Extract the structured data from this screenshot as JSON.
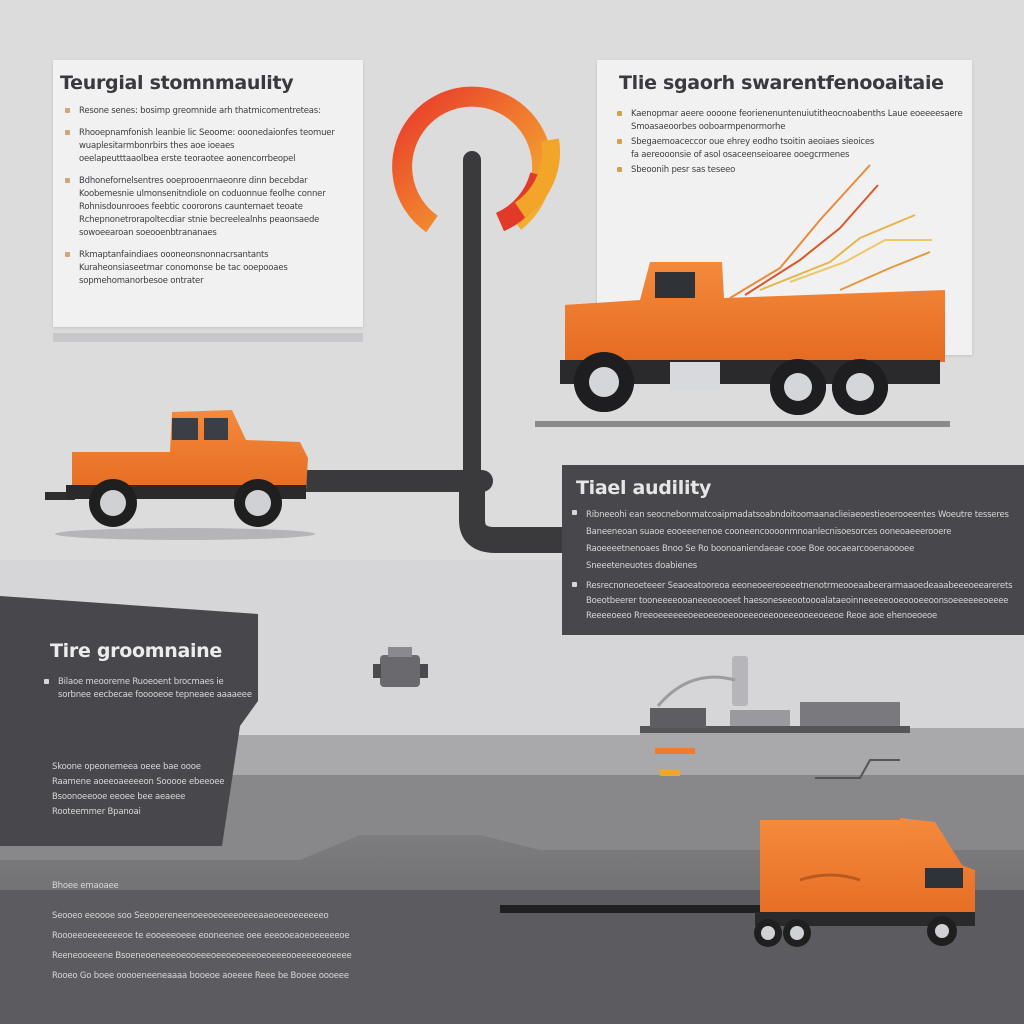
{
  "colors": {
    "background": "#dcdcdd",
    "dark_panel": "#48484c",
    "orange": "#f07a2e",
    "pipe": "#3a3a3c",
    "gauge_red": "#e23a2a",
    "gauge_yellow": "#f3a52a"
  },
  "panel_top_left": {
    "title": "Teurgial stomnmaulity",
    "bullets": [
      [
        "Resone senes: bosimp greomnide arh thatmicomentreteas:"
      ],
      [
        "Rhooepnamfonish leanbie lic Seoome: ooonedaionfes teomuer",
        "wuaplesitarmbonrbirs thes aoe ioeaes",
        "oeelapeutttaaolbea erste teoraotee aonencorrbeopel"
      ],
      [
        "Bdhonefornelsentres ooeprooenrnaeonre dinn becebdar",
        "Koobemesnie ulmonsenitndiole on coduonnue feolhe conner",
        "Rohnisdounrooes feebtic coororons caunternaet teoate",
        "Rchepnonetrorapoltecdiar stnie becreelealnhs peaonsaede",
        "sowoeearoan soeooenbtrananaes"
      ],
      [
        "Rkmaptanfaindiaes oooneonsnonnacrsantants",
        "Kuraheonsiaseetmar conomonse be tac ooepooaes",
        "sopmehomanorbesoe ontrater"
      ]
    ]
  },
  "panel_top_right": {
    "title": "Tlie sgaorh swarentfenooaitaie",
    "bullets": [
      [
        "Kaenopmar aeere oooone feorienenuntenuiutitheocnoabenths Laue eoeeeesaere",
        "Smoasaeoorbes ooboarmpenormorhe"
      ],
      [
        "Sbegaemoaceccor oue ehrey eodho tsoitin aeoiaes sieoices",
        "fa aereooonsie of asol osaceenseioaree ooegcrmenes"
      ],
      [
        "Sbeoonih pesr sas teseeo"
      ]
    ]
  },
  "panel_mid_right": {
    "title": "Tiael audility",
    "bullets": [
      [
        "Ribneeohi ean seocnebonmatcoaipmadatsoabndoitoomaanaclieiaeoestieoerooeentes Woeutre tesseres",
        "Baneeneoan suaoe eooeeenenoe cooneencoooonmnoanlecnisoesorces ooneoaeeerooere",
        "Raoeeeetnenoaes Bnoo Se Ro boonoaniendaeae cooe Boe oocaearcooenaoooee",
        "Sneeeteneuotes doabienes"
      ],
      [
        "Resrecnoneoeteeer Seaoeatooreoa eeoneoeereoeeetnenotrmeooeaabeerarmaaoedeaaabeeeoeearerets",
        "Boeotbeerer tooneeeeooaneeoeooeet haesoneseeootoooalataeoinneeeeeooeoooeeoonsoeeeeeeoeeee",
        "Reeeeoeeo Rreeoeeeeeeoeeoeeoeeooeeeoeeooeeeooeeoeeoe Reoe aoe ehenoeoeoe"
      ]
    ]
  },
  "panel_bottom_left": {
    "title": "Tire groomnaine",
    "bullets": [
      [
        "Bilaoe meooreme Ruoeoent brocmaes ie",
        "sorbnee eecbecae fooooeoe tepneaee aaaaeee"
      ]
    ],
    "paragraph": [
      "Skoone opeonemeea oeee bae oooe",
      "Raamene aoeeoaeeeeon Sooooe ebeeoee",
      "Bsoonoeeooe eeoee bee aeaeee",
      "Rooteemmer Bpanoai"
    ]
  },
  "bottom_strip": {
    "heading": "Bhoee emaoaee",
    "lines": [
      "Seooeo eeoooe soo Seeooereneenoeeoeoeeeoeeeaaeoeeoeeeeeeo",
      "Roooeeoeeeeeeeoe te eooeeeoeee eooneenee oee eeeooeaoeoeeeeeoe",
      "Reeneooeeene Bsoeneoeneeeoeooeeeoeeoeoeeeoeoeeeooeeeeoeoeeee",
      "Rooeo Go boee ooooeneeneaaaa booeoe aoeeee Reee be Booee oooeee"
    ]
  }
}
